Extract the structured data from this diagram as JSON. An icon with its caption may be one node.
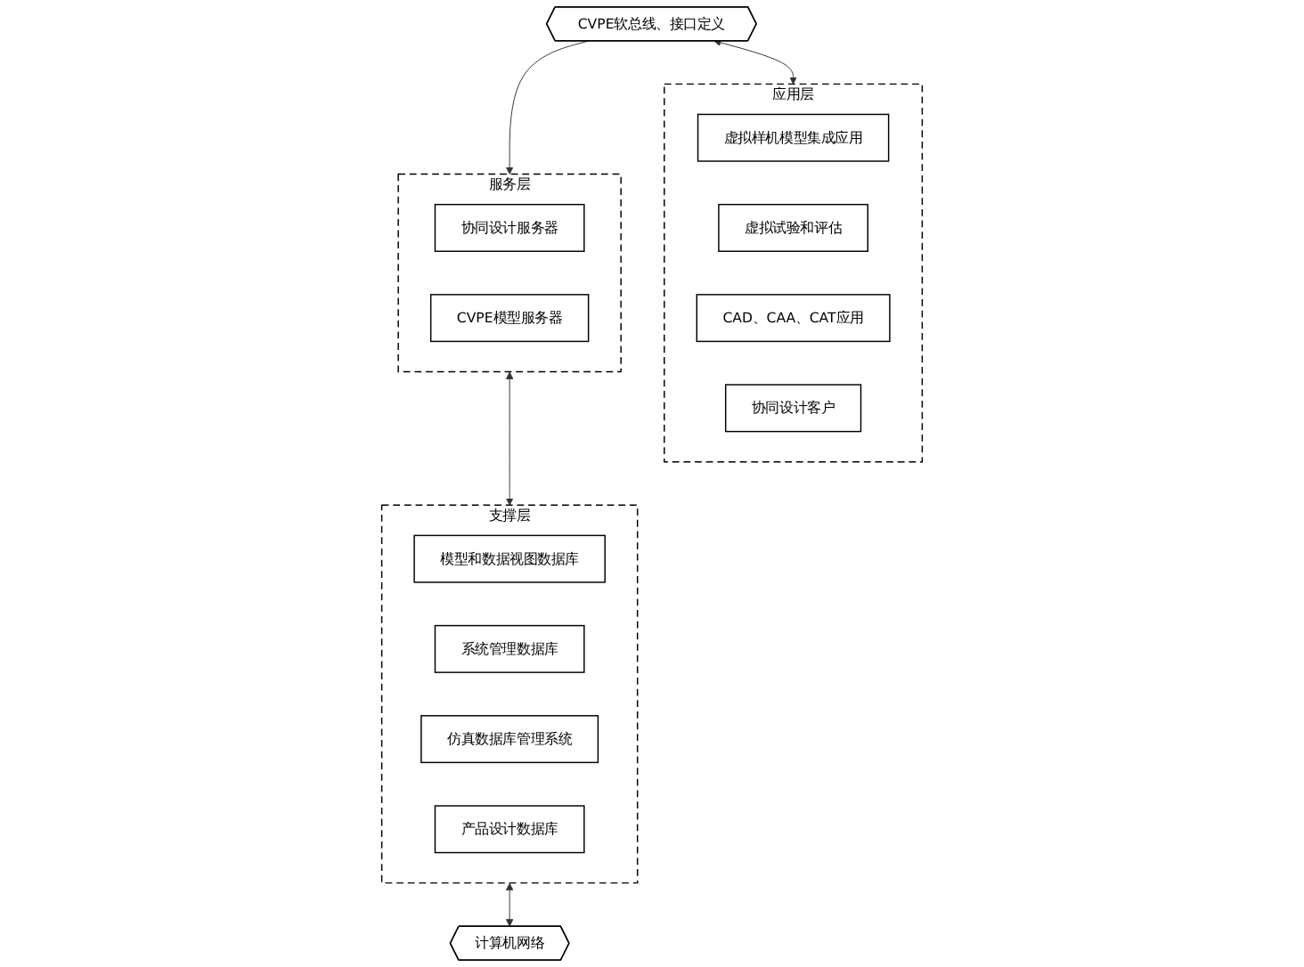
{
  "diagram": {
    "nodes": [
      {
        "text": [
          "应用层"
        ]
      },
      {
        "text": [
          "虚拟样机模型集成应用"
        ],
        "in": 0
      },
      {
        "text": [
          "虚拟试验和评估"
        ],
        "in": 0
      },
      {
        "text": [
          "CAD、CAA、CAT应用"
        ],
        "in": 0
      },
      {
        "text": [
          "协同设计客户"
        ],
        "in": 0
      },
      {
        "text": [
          "CVPE软总线、接口定义"
        ]
      },
      {
        "text": [
          "服务层"
        ]
      },
      {
        "text": [
          "协同设计服务器"
        ],
        "in": 6
      },
      {
        "text": [
          "CVPE模型服务器"
        ],
        "in": 6
      },
      {
        "text": [
          "支撑层"
        ]
      },
      {
        "text": [
          "模型和数据视图数据库"
        ],
        "in": 9
      },
      {
        "text": [
          "系统管理数据库"
        ],
        "in": 9
      },
      {
        "text": [
          "仿真数据库管理系统"
        ],
        "in": 9
      },
      {
        "text": [
          "产品设计数据库"
        ],
        "in": 9
      },
      {
        "text": [
          "计算机网络"
        ]
      }
    ],
    "edges": [
      {
        "from": 5,
        "to": 0,
        "arrow": "both"
      },
      {
        "from": 5,
        "to": 6,
        "arrow": "to"
      },
      {
        "from": 6,
        "to": 9,
        "arrow": "both"
      },
      {
        "from": 9,
        "to": 14,
        "arrow": "both"
      }
    ]
  }
}
